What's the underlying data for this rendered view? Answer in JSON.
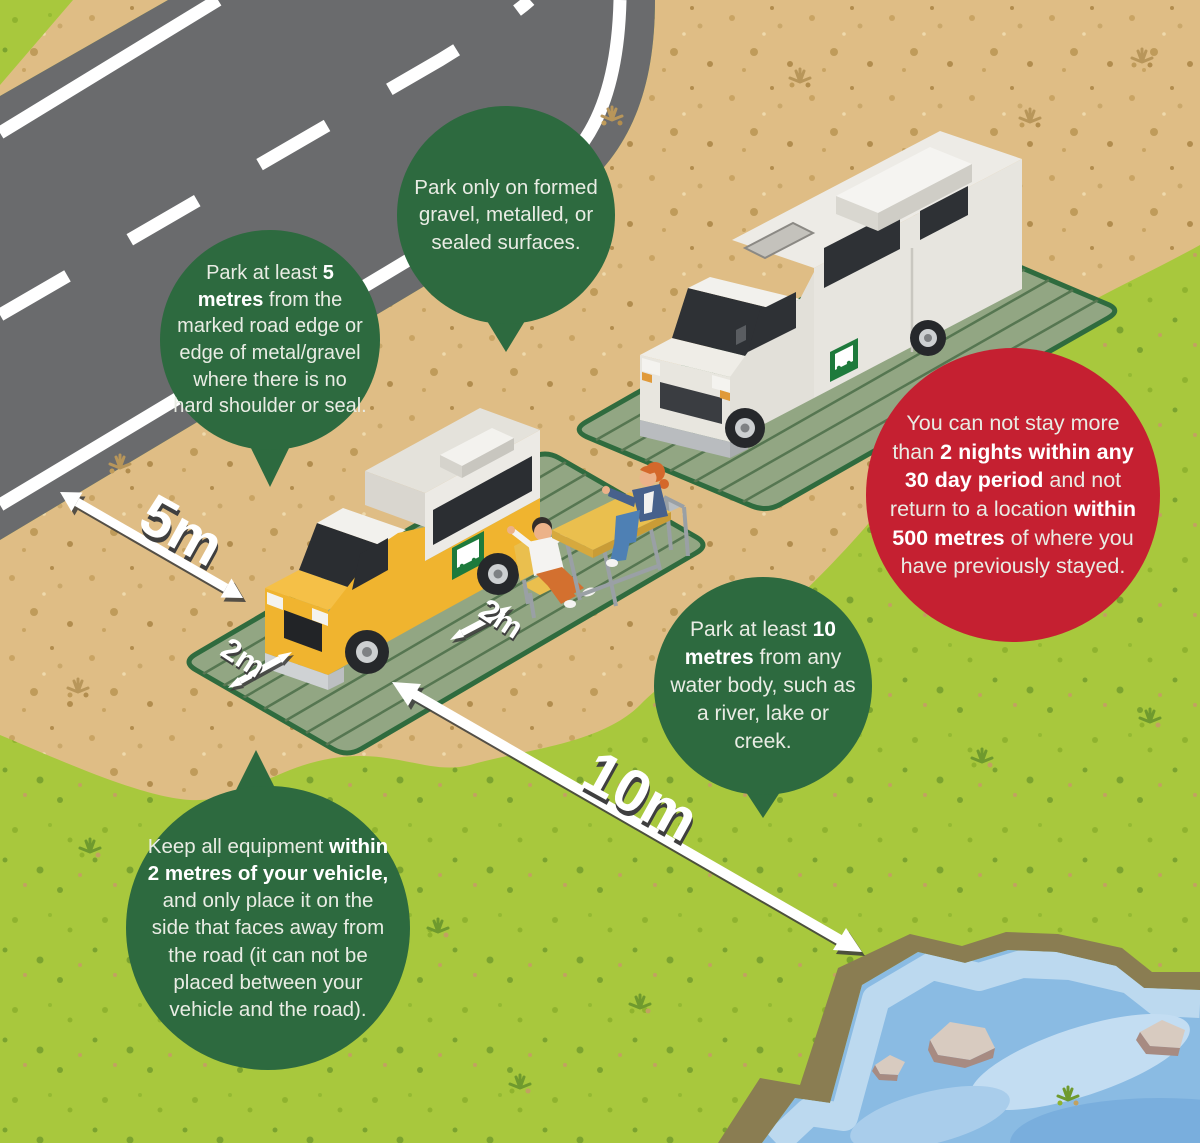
{
  "infographic": {
    "bubbles": {
      "surfaces": {
        "segments": [
          {
            "text": "Park only on formed gravel, metalled, or sealed surfaces.",
            "bold": false
          }
        ]
      },
      "road_setback": {
        "segments": [
          {
            "text": "Park at least ",
            "bold": false
          },
          {
            "text": "5 metres",
            "bold": true
          },
          {
            "text": " from the marked road edge or edge of metal/gravel where there is no hard shoulder or seal.",
            "bold": false
          }
        ]
      },
      "stay_limit": {
        "segments": [
          {
            "text": "You can not stay more than ",
            "bold": false
          },
          {
            "text": "2 nights within any 30 day period",
            "bold": true
          },
          {
            "text": " and not return to a location ",
            "bold": false
          },
          {
            "text": "within 500 metres",
            "bold": true
          },
          {
            "text": " of where you have previously stayed.",
            "bold": false
          }
        ]
      },
      "water_setback": {
        "segments": [
          {
            "text": "Park at least ",
            "bold": false
          },
          {
            "text": "10 metres",
            "bold": true
          },
          {
            "text": " from any water body, such as a river, lake or creek.",
            "bold": false
          }
        ]
      },
      "equipment": {
        "segments": [
          {
            "text": "Keep all equipment ",
            "bold": false
          },
          {
            "text": "within 2 metres of your vehicle,",
            "bold": true
          },
          {
            "text": " and only place it on the side that faces away from the road (it can not be placed between your vehicle and the road).",
            "bold": false
          }
        ]
      }
    },
    "measurements": {
      "road_setback": "5m",
      "water_setback": "10m",
      "equipment_left": "2m",
      "equipment_right": "2m"
    },
    "colors": {
      "bubble_green": "#2d6a3f",
      "bubble_red": "#c52031",
      "bubble_text": "#e9ece4",
      "bubble_text_bold": "#ffffff",
      "grass": "#a8c83d",
      "gravel": "#dfbd85",
      "road": "#6a6b6d",
      "road_marking": "#ffffff",
      "pad_fill": "#92a683",
      "pad_stripe": "#567651",
      "pad_border": "#2f6b3e",
      "water": "#8abbe3",
      "arrow": "#ffffff",
      "arrow_shadow": "#3c3c3c",
      "van_yellow": "#f0b42f",
      "motorhome_white": "#e7e5df",
      "logo_green": "#1e7a3c"
    }
  }
}
